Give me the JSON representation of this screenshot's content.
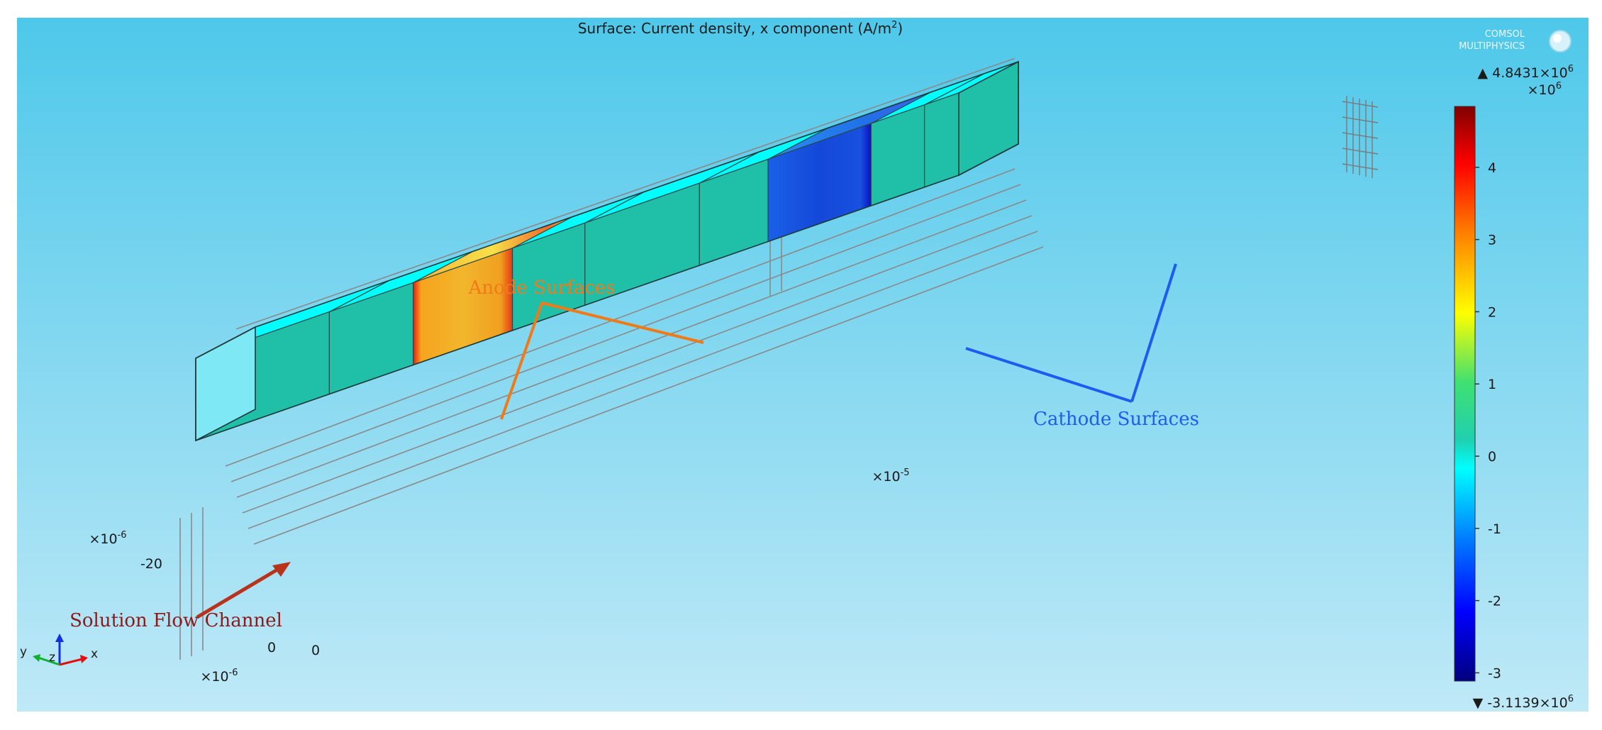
{
  "plot_title_main": "Surface: Current density, x component (A/m",
  "plot_title_sup": "2",
  "plot_title_end": ")",
  "logo": {
    "line1": "COMSOL",
    "line2": "MULTIPHYSICS"
  },
  "colorbar": {
    "max_label_prefix": "▲ 4.8431×10",
    "max_exp": "6",
    "multiplier_base": "×10",
    "multiplier_exp": "6",
    "ticks": [
      "4",
      "3",
      "2",
      "1",
      "0",
      "-1",
      "-2",
      "-3"
    ],
    "min_label_prefix": "▼ -3.1139×10",
    "min_exp": "6",
    "range": [
      -3.1139,
      4.8431
    ],
    "colors": [
      "#00007f",
      "#0000ff",
      "#007fff",
      "#00ffff",
      "#20c0a8",
      "#7fff7f",
      "#ffff00",
      "#ff7f00",
      "#ff0000",
      "#7f0000"
    ]
  },
  "axes": {
    "z_multiplier_base": "×10",
    "z_multiplier_exp": "-6",
    "z_tick": "-20",
    "y_multiplier_base": "×10",
    "y_multiplier_exp": "-6",
    "y_tick": "0",
    "x_tick": "0",
    "x_multiplier_base": "×10",
    "x_multiplier_exp": "-5"
  },
  "triad": {
    "x": "x",
    "y": "y",
    "z": "z"
  },
  "annotations": {
    "anode": {
      "text": "Anode Surfaces",
      "color": "#f07a1a"
    },
    "cathode": {
      "text": "Cathode Surfaces",
      "color": "#1e5cf0"
    },
    "channel": {
      "text": "Solution Flow Channel",
      "color": "#8b1a1a"
    }
  },
  "colors": {
    "bg_top": "#4ec8ea",
    "bg_bottom": "#bfe9f7",
    "box_top": "#00ffff",
    "box_front": "#20c0a8"
  }
}
